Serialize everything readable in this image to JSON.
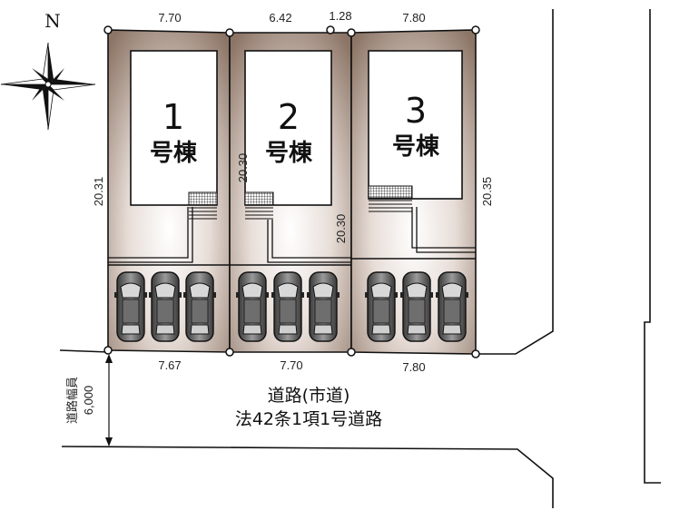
{
  "compass": {
    "label": "N"
  },
  "lots": [
    {
      "number": "1",
      "label": "号棟",
      "top_width": "7.70",
      "bottom_width": "7.67",
      "depth": "20.31"
    },
    {
      "number": "2",
      "label": "号棟",
      "top_width": "6.42",
      "top_width_extra": "1.28",
      "bottom_width": "7.70",
      "depth_left": "20.30",
      "depth_right": "20.30"
    },
    {
      "number": "3",
      "label": "号棟",
      "top_width": "7.80",
      "bottom_width": "7.80",
      "depth": "20.35"
    }
  ],
  "road": {
    "name": "道路(市道)",
    "classification": "法42条1項1号道路",
    "width_label": "道路幅員",
    "width_value": "6,000"
  },
  "colors": {
    "lot_fill": "#b9a396",
    "lot_edge": "#7a6355",
    "building_fill": "#ffffff",
    "outline": "#111111"
  },
  "icons": [
    "north-arrow-icon",
    "car-icon",
    "grating-icon"
  ]
}
